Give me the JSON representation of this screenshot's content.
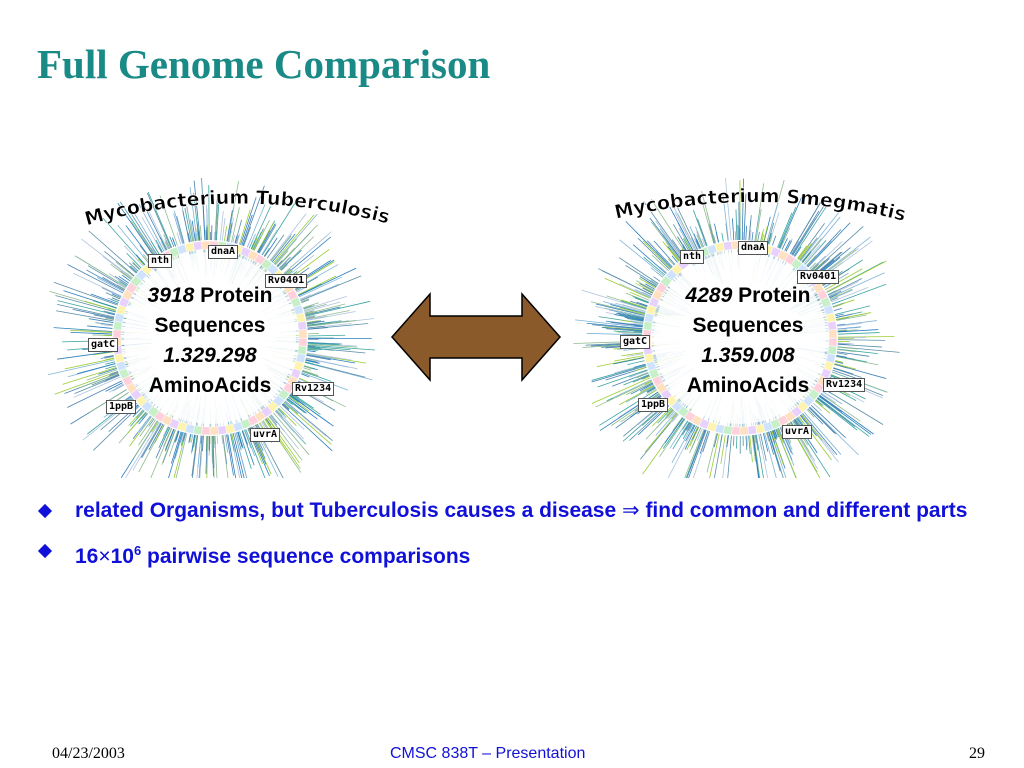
{
  "slide": {
    "title": "Full Genome Comparison"
  },
  "genomes": [
    {
      "name": "Mycobacterium Tuberculosis",
      "count": "3918",
      "count_suffix": " Protein",
      "line2": "Sequences",
      "amino_count": "1.329.298",
      "line4": "AminoAcids",
      "gene_labels": [
        "nth",
        "dnaA",
        "Rv0401",
        "gatC",
        "Rv1234",
        "1ppB",
        "uvrA"
      ]
    },
    {
      "name": "Mycobacterium Smegmatis",
      "count": "4289",
      "count_suffix": " Protein",
      "line2": "Sequences",
      "amino_count": "1.359.008",
      "line4": "AminoAcids",
      "gene_labels": [
        "nth",
        "dnaA",
        "Rv0401",
        "gatC",
        "Rv1234",
        "1ppB",
        "uvrA"
      ]
    }
  ],
  "bullets": [
    {
      "text_a": "related Organisms, but Tuberculosis causes a disease ",
      "symbol": "⇒",
      "text_b": " find common and different parts"
    },
    {
      "base": "16",
      "times": "×",
      "base2": "10",
      "exponent": "6",
      "rest": " pairwise sequence comparisons"
    }
  ],
  "footer": {
    "date": "04/23/2003",
    "center": "CMSC 838T – Presentation",
    "page": "29"
  },
  "colors": {
    "title": "#1a8a87",
    "bullet_text": "#1010d8",
    "arrow_fill": "#8b5a2b"
  }
}
